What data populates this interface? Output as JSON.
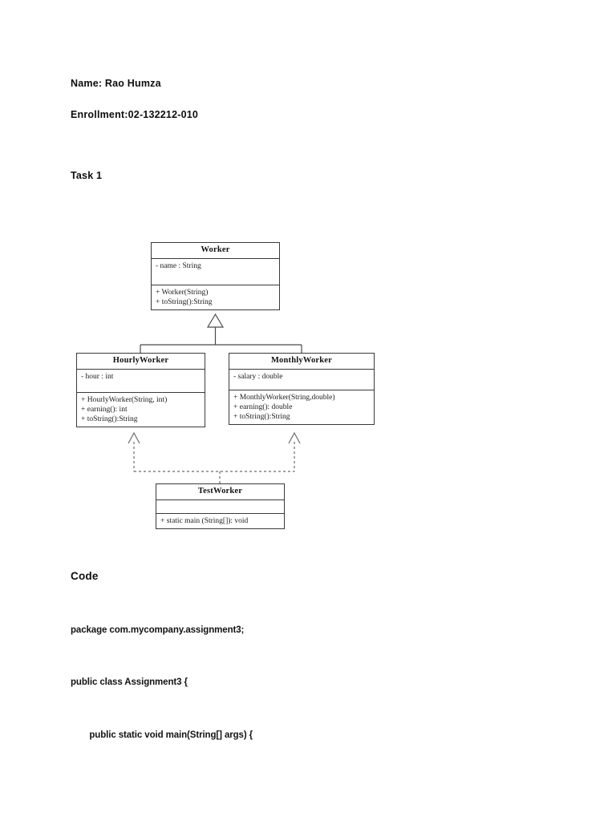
{
  "document": {
    "name_line": "Name: Rao Humza",
    "enrollment_line": "Enrollment:02-132212-010",
    "task_heading": "Task 1",
    "code_heading": "Code",
    "code_lines": [
      "package com.mycompany.assignment3;",
      "public class Assignment3 {",
      "    public static void main(String[] args) {"
    ]
  },
  "uml": {
    "classes": {
      "worker": {
        "name": "Worker",
        "attributes": [
          "-  name : String"
        ],
        "methods": [
          "+ Worker(String)",
          "+ toString():String"
        ]
      },
      "hourly_worker": {
        "name": "HourlyWorker",
        "attributes": [
          "- hour : int"
        ],
        "methods": [
          "+ HourlyWorker(String, int)",
          "+ earning(): int",
          "+ toString():String"
        ]
      },
      "monthly_worker": {
        "name": "MonthlyWorker",
        "attributes": [
          "- salary : double"
        ],
        "methods": [
          "+ MonthlyWorker(String,double)",
          "+ earning(): double",
          "+ toString():String"
        ]
      },
      "test_worker": {
        "name": "TestWorker",
        "attributes": [],
        "methods": [
          "+ static  main (String[]): void"
        ]
      }
    },
    "relationships": [
      {
        "type": "generalization",
        "from": "HourlyWorker",
        "to": "Worker"
      },
      {
        "type": "generalization",
        "from": "MonthlyWorker",
        "to": "Worker"
      },
      {
        "type": "dependency",
        "from": "TestWorker",
        "to": "HourlyWorker"
      },
      {
        "type": "dependency",
        "from": "TestWorker",
        "to": "MonthlyWorker"
      }
    ],
    "line_color": "#4a4a4a"
  }
}
